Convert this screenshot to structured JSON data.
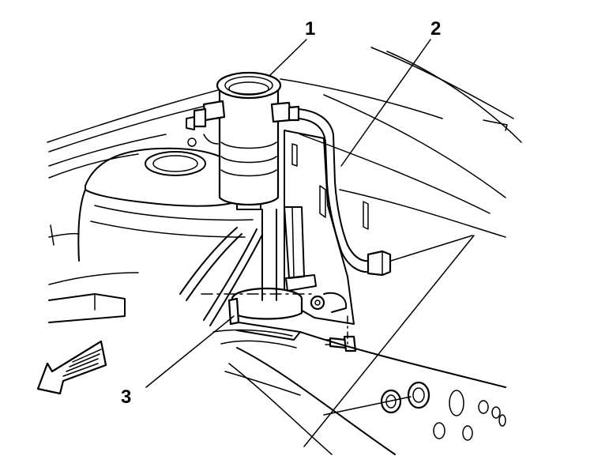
{
  "diagram": {
    "callouts": [
      {
        "id": "1",
        "label": "1"
      },
      {
        "id": "2",
        "label": "2"
      },
      {
        "id": "3",
        "label": "3"
      }
    ],
    "colors": {
      "line": "#000000",
      "background": "#ffffff"
    },
    "icons": {
      "direction_arrow": "front-direction-arrow-icon"
    }
  }
}
